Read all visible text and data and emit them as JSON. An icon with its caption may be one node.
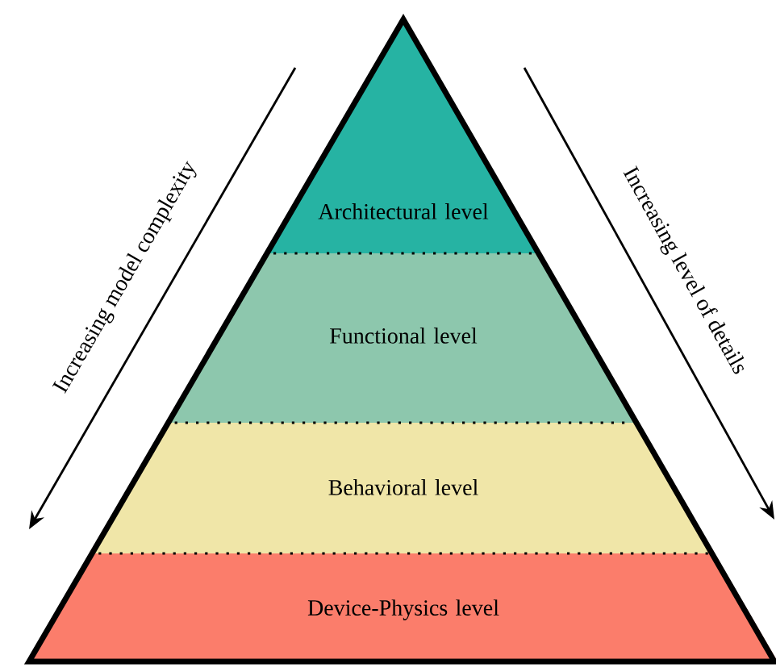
{
  "diagram": {
    "nodes": [
      {
        "text": [
          "Architectural level"
        ]
      },
      {
        "text": [
          "Functional level"
        ]
      },
      {
        "text": [
          "Behavioral level"
        ]
      },
      {
        "text": [
          "Device-Physics level"
        ]
      }
    ],
    "labels": [
      "Increasing model complexity",
      "Increasing level of details"
    ]
  }
}
